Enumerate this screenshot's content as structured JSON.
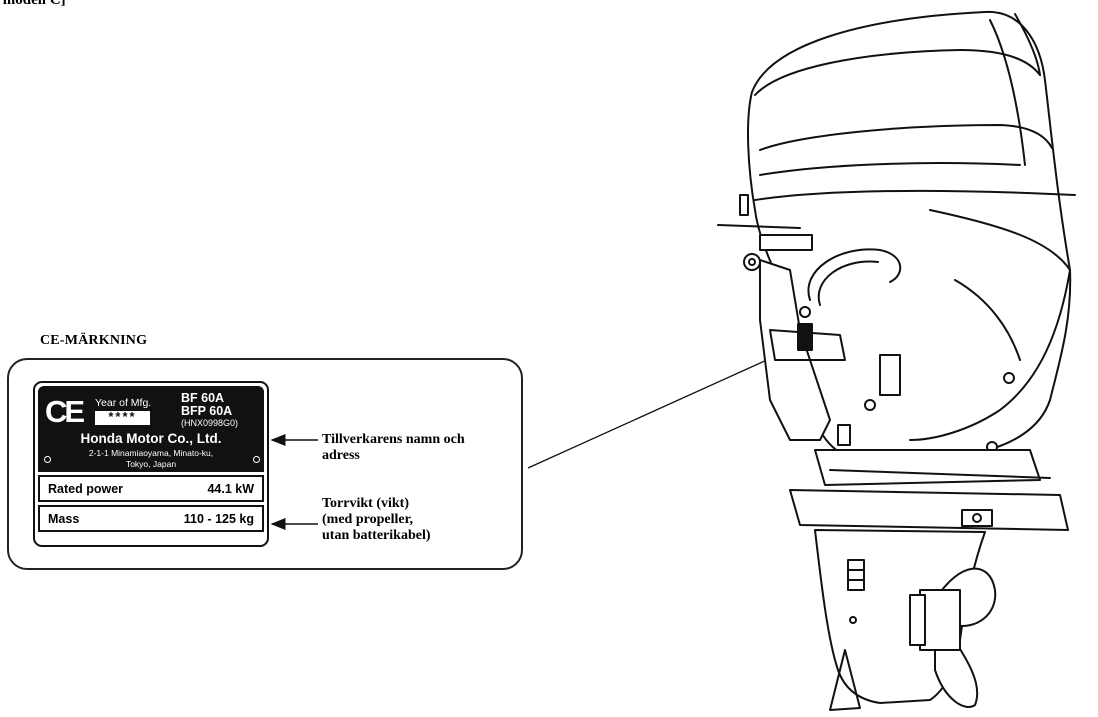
{
  "header_fragment": "t modell C]",
  "section_title": "CE-MÄRKNING",
  "plate": {
    "ce_mark": "CE",
    "year_label": "Year of Mfg.",
    "year_value": "****",
    "model_1": "BF 60A",
    "model_2": "BFP 60A",
    "model_code": "(HNX0998G0)",
    "manufacturer": "Honda Motor Co., Ltd.",
    "address_1": "2-1-1 Minamiaoyama, Minato-ku,",
    "address_2": "Tokyo, Japan",
    "rated_power_label": "Rated  power",
    "rated_power_value": "44.1  kW",
    "mass_label": "Mass",
    "mass_value": "110 - 125  kg"
  },
  "callouts": {
    "manufacturer_line_1": "Tillverkarens namn och",
    "manufacturer_line_2": "adress",
    "weight_line_1": "Torrvikt (vikt)",
    "weight_line_2": "(med propeller,",
    "weight_line_3": "utan batterikabel)"
  },
  "colors": {
    "ink": "#111111",
    "background": "#ffffff"
  },
  "illustration": {
    "subject": "outboard-motor",
    "icon": "outboard-motor-icon"
  }
}
